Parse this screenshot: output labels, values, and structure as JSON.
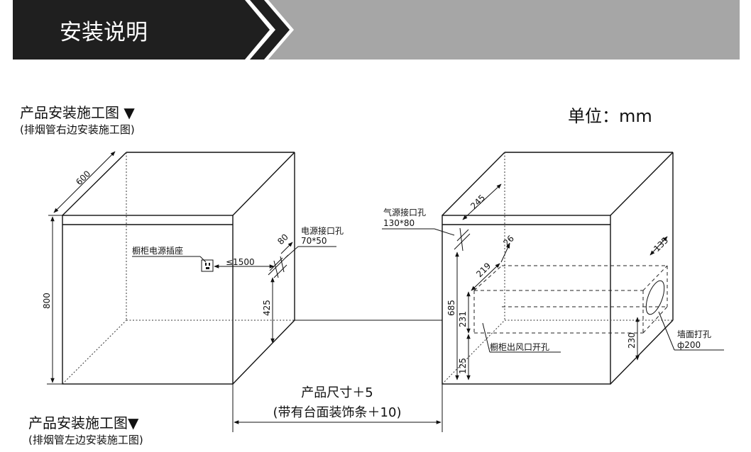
{
  "header": {
    "title": "安装说明",
    "dark_color": "#1f1f1f",
    "gray_color": "#a6a6a6"
  },
  "unit_label": "单位：mm",
  "diagram_right_exhaust": {
    "heading": "产品安装施工图 ▼",
    "subheading": "(排烟管右边安装施工图)",
    "dim_depth": "600",
    "dim_height": "800",
    "socket_label": "橱柜电源插座",
    "socket_distance": "≤1500",
    "power_hole_label": "电源接口孔",
    "power_hole_size": "70*50",
    "power_hole_dim_80": "80",
    "power_hole_dim_425": "425"
  },
  "diagram_left_exhaust": {
    "heading": "产品安装施工图▼",
    "subheading": "(排烟管左边安装施工图)",
    "gas_hole_label": "气源接口孔",
    "gas_hole_size": "130*80",
    "dim_245": "245",
    "dim_26": "26",
    "dim_219": "219",
    "dim_685": "685",
    "dim_231": "231",
    "dim_125": "125",
    "dim_135": "135",
    "dim_230": "230",
    "outlet_label": "橱柜出风口开孔",
    "wall_hole_label": "墙面打孔",
    "wall_hole_size": "ф200"
  },
  "gap": {
    "line1": "产品尺寸＋5",
    "line2": "(带有台面装饰条＋10)"
  }
}
